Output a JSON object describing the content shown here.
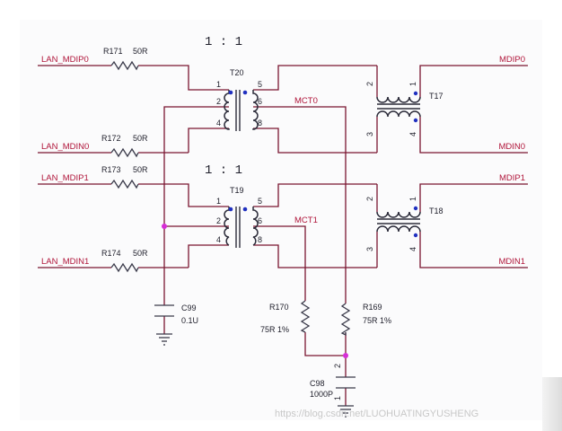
{
  "nets": {
    "lan_mdip0": "LAN_MDIP0",
    "lan_mdin0": "LAN_MDIN0",
    "lan_mdip1": "LAN_MDIP1",
    "lan_mdin1": "LAN_MDIN1",
    "mdip0": "MDIP0",
    "mdin0": "MDIN0",
    "mdip1": "MDIP1",
    "mdin1": "MDIN1",
    "mct0": "MCT0",
    "mct1": "MCT1"
  },
  "resistors": {
    "r171": {
      "ref": "R171",
      "value": "50R"
    },
    "r172": {
      "ref": "R172",
      "value": "50R"
    },
    "r173": {
      "ref": "R173",
      "value": "50R"
    },
    "r174": {
      "ref": "R174",
      "value": "50R"
    },
    "r170": {
      "ref": "R170",
      "value": "75R 1%"
    },
    "r169": {
      "ref": "R169",
      "value": "75R 1%"
    }
  },
  "capacitors": {
    "c99": {
      "ref": "C99",
      "value": "0.1U"
    },
    "c98": {
      "ref": "C98",
      "value": "1000P",
      "pin_top": "2",
      "pin_bottom": "1"
    }
  },
  "transformers": {
    "t20": {
      "ref": "T20",
      "ratio": "1 : 1",
      "pins": {
        "p1": "1",
        "p2": "2",
        "p4": "4",
        "p5": "5",
        "p6": "6",
        "p8": "8"
      }
    },
    "t19": {
      "ref": "T19",
      "ratio": "1 : 1",
      "pins": {
        "p1": "1",
        "p2": "2",
        "p4": "4",
        "p5": "5",
        "p6": "6",
        "p8": "8"
      }
    },
    "t17": {
      "ref": "T17",
      "pins": {
        "p1": "1",
        "p2": "2",
        "p3": "3",
        "p4": "4"
      }
    },
    "t18": {
      "ref": "T18",
      "pins": {
        "p1": "1",
        "p2": "2",
        "p3": "3",
        "p4": "4"
      }
    }
  },
  "colors": {
    "wire": "#7a1530",
    "net_label": "#b0153a",
    "junction": "#d62ed6",
    "phase_dot": "#2030c0"
  },
  "watermark": "https://blog.csdn.net/LUOHUATINGYUSHENG"
}
